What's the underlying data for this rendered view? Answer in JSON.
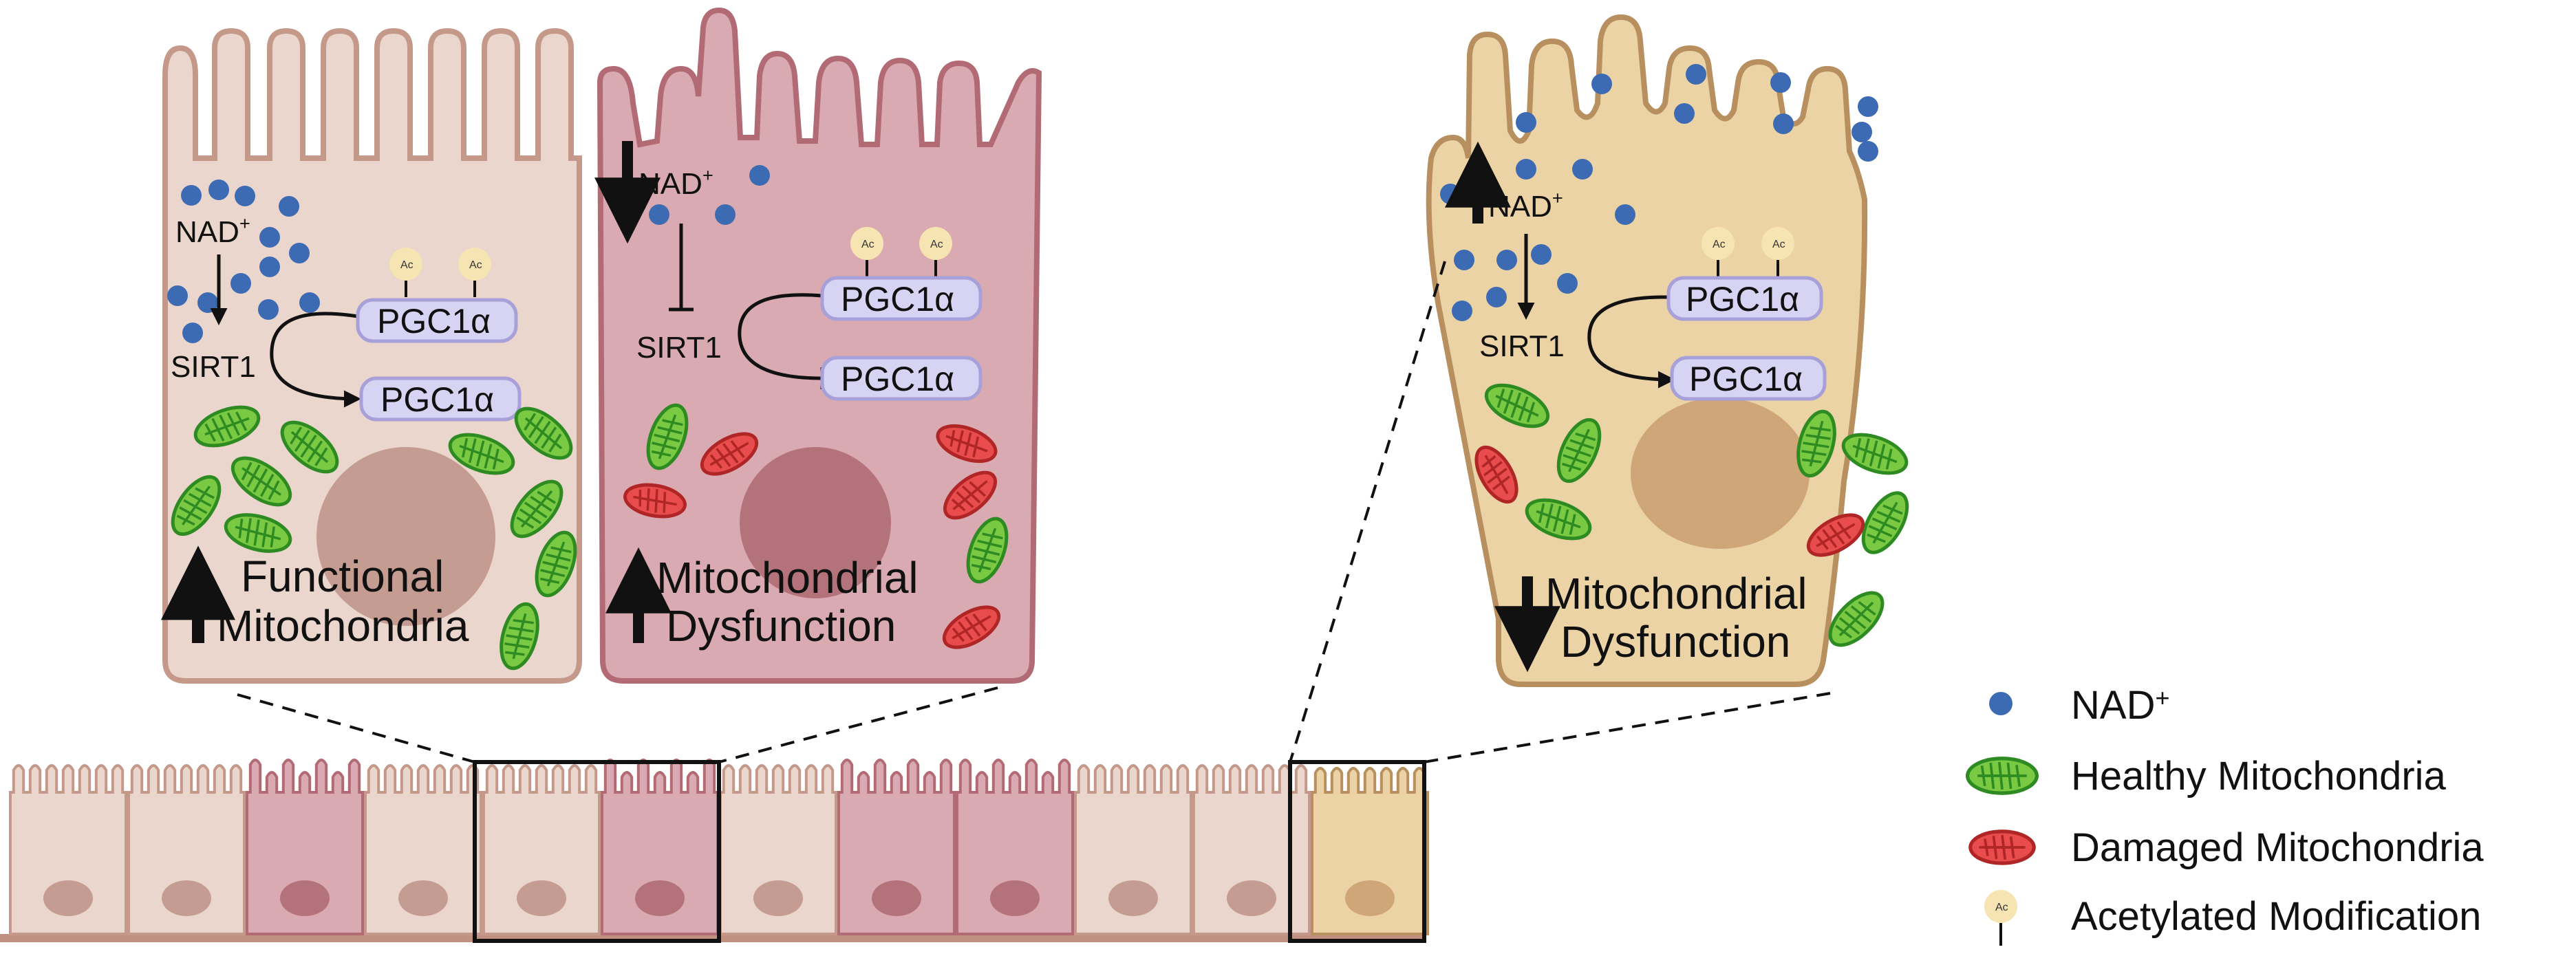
{
  "colors": {
    "nad": "#3d6bb3",
    "healthy_fill": "#7ac943",
    "healthy_stroke": "#2e8b22",
    "damaged_fill": "#e84c4c",
    "damaged_stroke": "#b02525",
    "ac_fill": "#f7e4b3",
    "pgc_fill": "#d7d3f2",
    "pgc_stroke": "#a7a0d9",
    "normal_cell": "#ead6cc",
    "normal_cell_stroke": "#c4998a",
    "diseased_cell": "#d9aab1",
    "diseased_cell_stroke": "#b26b74",
    "treated_cell": "#ebd3a6",
    "treated_cell_stroke": "#b89060"
  },
  "panel_healthy": {
    "nad_label": "NAD+",
    "sirt_label": "SIRT1",
    "ac_top": "Ac",
    "ac_top2": "Ac",
    "pgc_top": "PGC1α",
    "pgc_bottom": "PGC1α",
    "outcome_line1": "Functional",
    "outcome_line2": "Mitochondria"
  },
  "panel_disease": {
    "nad_label": "NAD+",
    "sirt_label": "SIRT1",
    "ac_top": "Ac",
    "ac_top2": "Ac",
    "pgc_top": "PGC1α",
    "pgc_bottom": "PGC1α",
    "outcome_line1": "Mitochondrial",
    "outcome_line2": "Dysfunction"
  },
  "panel_treated": {
    "nad_label": "NAD+",
    "sirt_label": "SIRT1",
    "ac_top": "Ac",
    "ac_top2": "Ac",
    "pgc_top": "PGC1α",
    "pgc_bottom": "PGC1α",
    "outcome_line1": "Mitochondrial",
    "outcome_line2": "Dysfunction"
  },
  "legend": {
    "nad": "NAD+",
    "healthy": "Healthy Mitochondria",
    "damaged": "Damaged Mitochondria",
    "acetyl": "Acetylated Modification",
    "ac_icon": "Ac"
  },
  "strip": {
    "cell_types": [
      "normal",
      "normal",
      "diseased",
      "normal",
      "normal",
      "diseased",
      "normal",
      "diseased",
      "diseased",
      "normal",
      "normal",
      "treated"
    ]
  }
}
